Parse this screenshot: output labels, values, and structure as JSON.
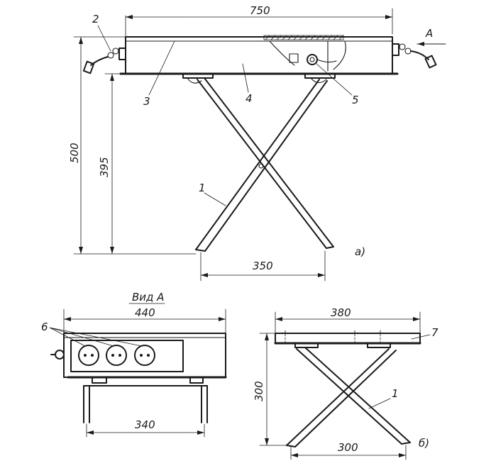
{
  "main_view": {
    "dim_length": "750",
    "dim_height_total": "500",
    "dim_height_table": "395",
    "dim_leg_span": "350",
    "callout_1": "1",
    "callout_2": "2",
    "callout_3": "3",
    "callout_4": "4",
    "callout_5": "5",
    "view_arrow_label": "A",
    "panel_label": "а)"
  },
  "view_a": {
    "title": "Вид А",
    "dim_width": "440",
    "dim_leg_span": "340",
    "callout_6": "6"
  },
  "side_view": {
    "dim_width": "380",
    "dim_height": "300",
    "dim_leg_span": "300",
    "callout_1": "1",
    "callout_7": "7",
    "panel_label": "б)"
  }
}
